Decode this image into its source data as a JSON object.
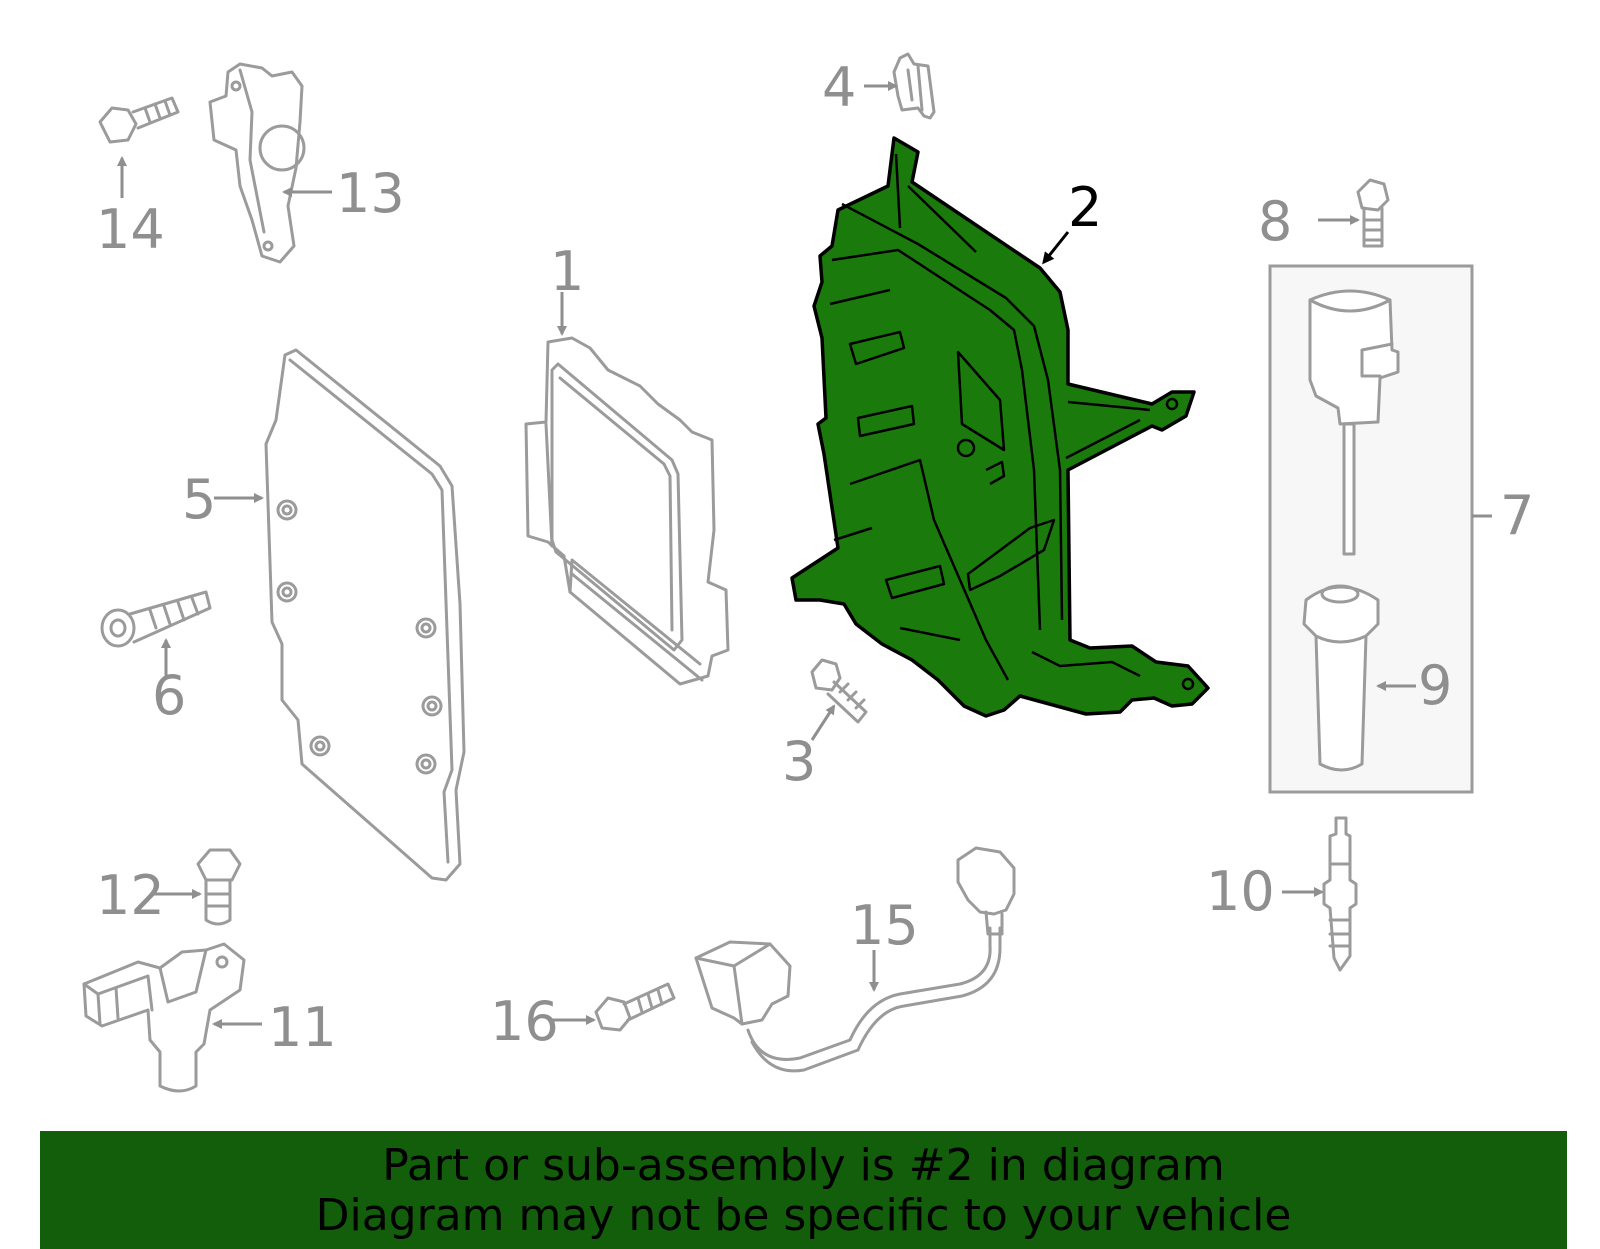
{
  "callouts": {
    "c1": "1",
    "c2": "2",
    "c3": "3",
    "c4": "4",
    "c5": "5",
    "c6": "6",
    "c7": "7",
    "c8": "8",
    "c9": "9",
    "c10": "10",
    "c11": "11",
    "c12": "12",
    "c13": "13",
    "c14": "14",
    "c15": "15",
    "c16": "16"
  },
  "banner": {
    "line1": "Part or sub-assembly is #2 in diagram",
    "line2": "Diagram may not be specific to your vehicle"
  },
  "colors": {
    "highlight_fill": "#1a7a0c",
    "banner_bg": "#125e0b",
    "outline_gray": "#9b9b9b"
  }
}
